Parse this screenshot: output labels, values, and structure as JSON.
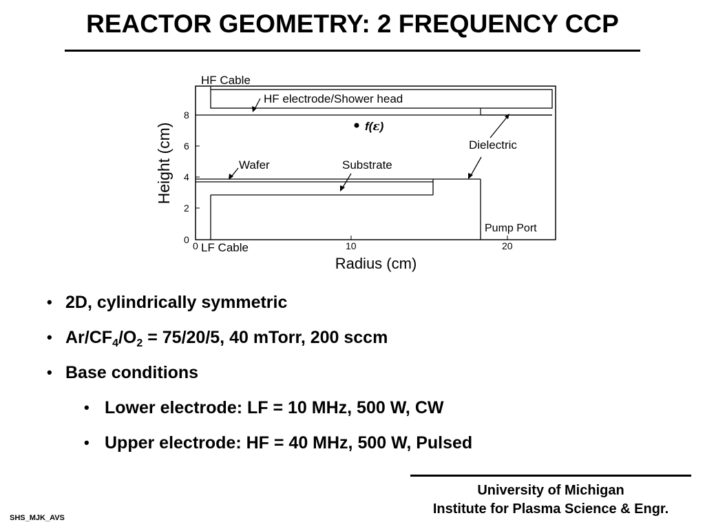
{
  "slide": {
    "title": "REACTOR GEOMETRY: 2 FREQUENCY CCP"
  },
  "diagram": {
    "axes": {
      "ylabel": "Height (cm)",
      "xlabel": "Radius (cm)",
      "ytick_labels": [
        "8",
        "6",
        "4",
        "2",
        "0"
      ],
      "xtick_labels": [
        "0",
        "10",
        "20"
      ]
    },
    "labels": {
      "hf_cable": "HF Cable",
      "hf_electrode": "HF electrode/Shower head",
      "f_epsilon_prefix": "f(",
      "f_epsilon_symbol": "ε",
      "f_epsilon_suffix": ")",
      "dielectric": "Dielectric",
      "wafer": "Wafer",
      "substrate": "Substrate",
      "pump_port": "Pump Port",
      "lf_cable": "LF Cable"
    }
  },
  "bullets": [
    {
      "text": "2D, cylindrically symmetric"
    },
    {
      "parts": [
        "Ar/CF",
        "4",
        "/O",
        "2",
        " = 75/20/5, 40 mTorr, 200 sccm"
      ]
    },
    {
      "text": "Base conditions"
    },
    {
      "text": "Lower electrode: LF = 10 MHz, 500 W, CW"
    },
    {
      "text": "Upper electrode: HF = 40 MHz, 500 W, Pulsed"
    }
  ],
  "footer": {
    "affiliation_line1": "University of Michigan",
    "affiliation_line2": "Institute for Plasma Science & Engr.",
    "code": "SHS_MJK_AVS"
  }
}
